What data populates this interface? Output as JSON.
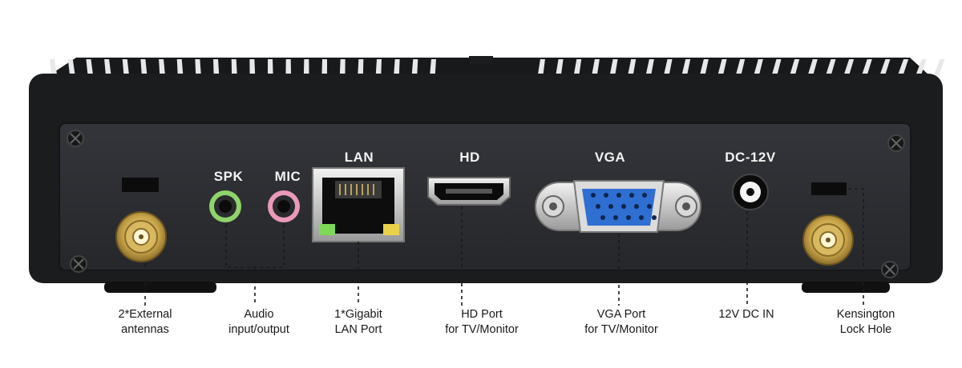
{
  "panel_labels": {
    "spk": "SPK",
    "mic": "MIC",
    "lan": "LAN",
    "hd": "HD",
    "vga": "VGA",
    "dc": "DC-12V"
  },
  "captions": {
    "antennas": [
      "2*External",
      "antennas"
    ],
    "audio": [
      "Audio",
      "input/output"
    ],
    "lan": [
      "1*Gigabit",
      "LAN Port"
    ],
    "hd": [
      "HD Port",
      "for TV/Monitor"
    ],
    "vga": [
      "VGA Port",
      "for TV/Monitor"
    ],
    "dc": [
      "12V DC IN"
    ],
    "lock": [
      "Kensington",
      "Lock Hole"
    ]
  },
  "colors": {
    "body": "#1b1c1e",
    "panel": "#2a2b2e",
    "gold": "#c9a54a",
    "vga_blue": "#2f6fd1",
    "spk_green": "#8fd36a",
    "mic_pink": "#e99ab8",
    "led_green": "#7ed957",
    "led_yellow": "#e9d24a"
  }
}
